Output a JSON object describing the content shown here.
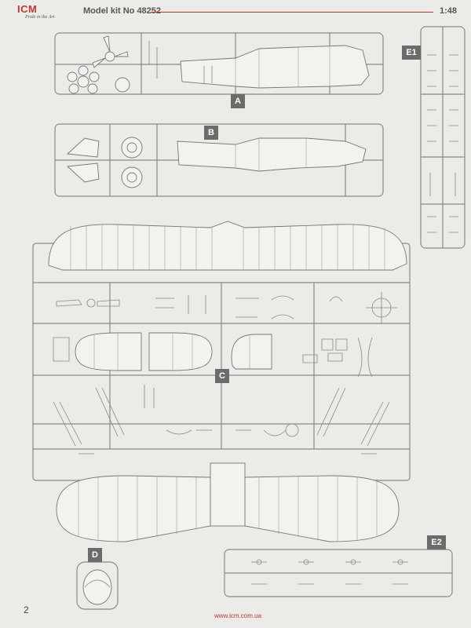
{
  "header": {
    "brand": "ICM",
    "brand_tagline": "Pride in the Art",
    "model_label": "Model kit No 48252",
    "scale": "1:48"
  },
  "sprues": {
    "a": "A",
    "b": "B",
    "c": "C",
    "d": "D",
    "e1": "E1",
    "e2": "E2"
  },
  "footer": {
    "page_number": "2",
    "url": "www.icm.com.ua"
  },
  "colors": {
    "brand_red": "#c7352b",
    "badge_grey": "#6b6b6b",
    "paper": "#ebebe8"
  }
}
